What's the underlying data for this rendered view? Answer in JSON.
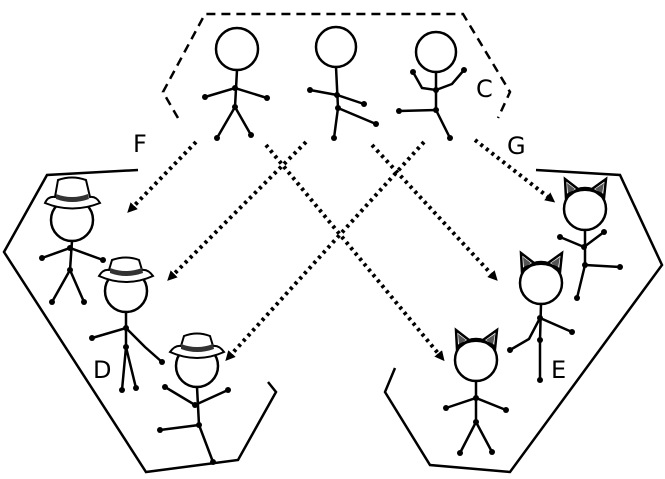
{
  "labels": {
    "c": "C",
    "d": "D",
    "e": "E",
    "f": "F",
    "g": "G"
  },
  "colors": {
    "ink": "#000000",
    "background": "#ffffff",
    "hat_band": "#333333",
    "ear_inner": "#555555"
  },
  "icons": {
    "top_group": [
      "stick-figure",
      "stick-figure",
      "stick-figure"
    ],
    "left_group": [
      "stick-figure-with-hat",
      "stick-figure-with-hat",
      "stick-figure-with-hat"
    ],
    "right_group": [
      "stick-figure-with-cat-ears",
      "stick-figure-with-cat-ears",
      "stick-figure-with-cat-ears"
    ]
  }
}
